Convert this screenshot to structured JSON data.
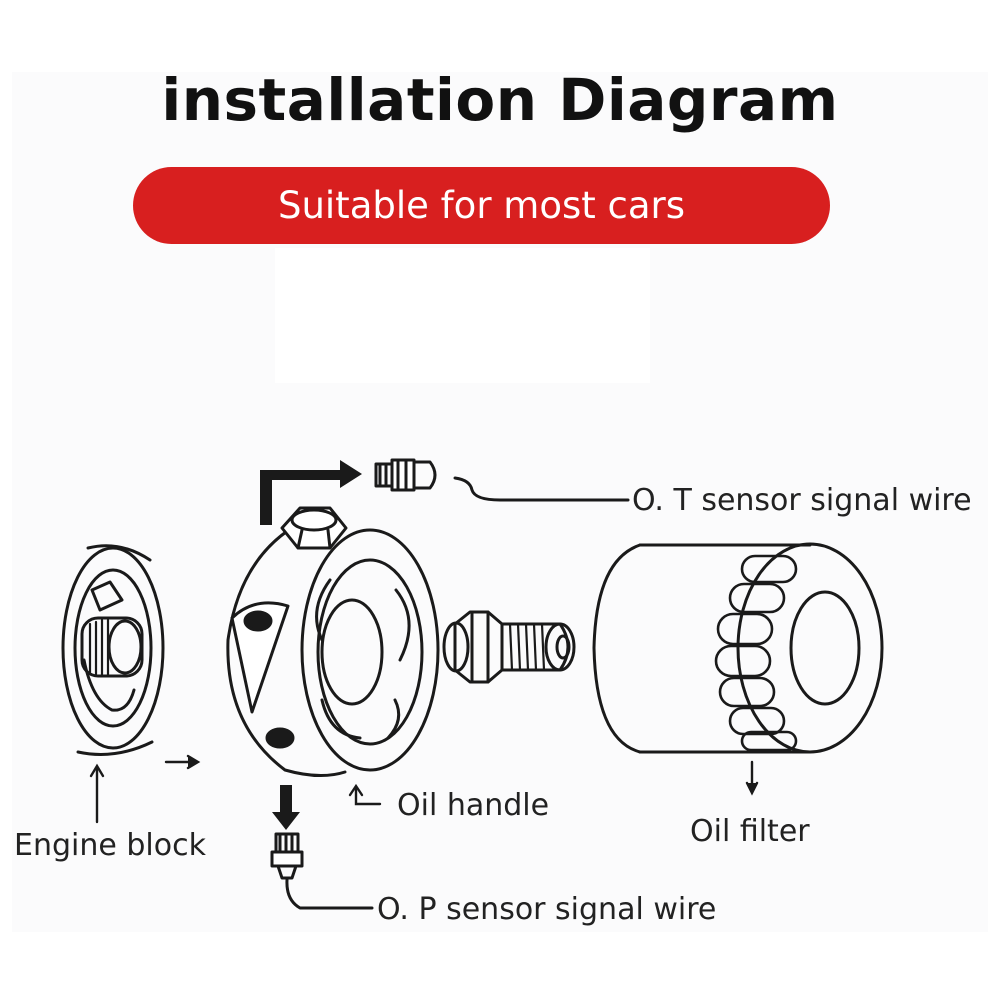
{
  "header": {
    "title": "installation Diagram",
    "banner_text": "Suitable for most cars"
  },
  "labels": {
    "ot_sensor": "O. T sensor signal wire",
    "oil_handle": "Oil handle",
    "engine_block": "Engine block",
    "oil_filter": "Oil filter",
    "op_sensor": "O. P sensor signal wire"
  },
  "colors": {
    "banner": "#d81f1f",
    "title": "#111111",
    "line": "#1a1a1a"
  }
}
